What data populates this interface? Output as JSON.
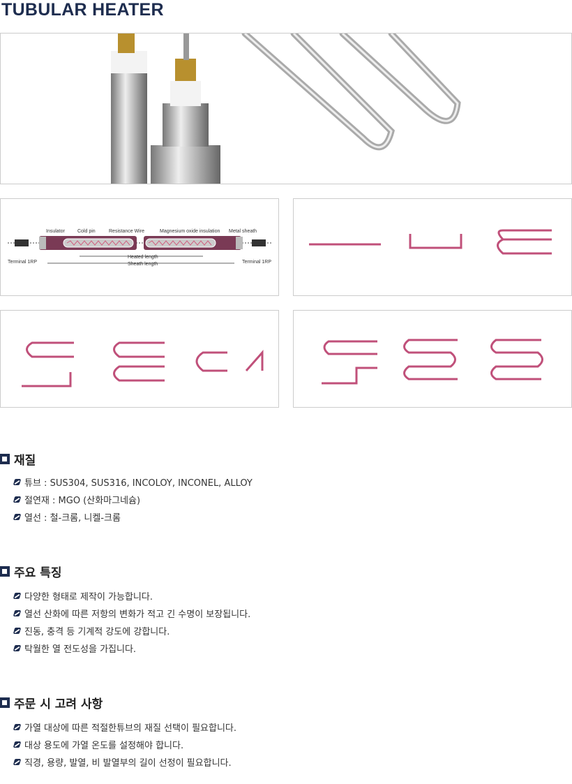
{
  "title": "TUBULAR HEATER",
  "diagram": {
    "insulator": "Insulator",
    "cold_pin": "Cold pin",
    "resistance_wire": "Resistance Wire",
    "mgo": "Magnesium oxide insulation",
    "sheath": "Metal sheath",
    "heated_length": "Heated length",
    "sheath_length": "Sheath length",
    "terminal_left": "Terminal 1RP",
    "terminal_right": "Terminal 1RP"
  },
  "sections": [
    {
      "heading": "재질",
      "items": [
        "튜브 : SUS304, SUS316, INCOLOY, INCONEL, ALLOY",
        "절연재 : MGO (산화마그네슘)",
        "열선 : 철-크롬, 니켈-크롬"
      ]
    },
    {
      "heading": "주요 특징",
      "items": [
        "다양한 형태로 제작이 가능합니다.",
        "열선 산화에 따른 저항의 변화가 적고 긴 수명이 보장됩니다.",
        "진동, 충격 등 기계적 강도에 강합니다.",
        "탁월한 열 전도성을 가집니다."
      ]
    },
    {
      "heading": "주문 시 고려 사항",
      "items": [
        "가열 대상에 따른 적절한튜브의 재질 선택이 필요합니다.",
        "대상 용도에 가열 온도를 설정해야 합니다.",
        "직경, 용량, 발열, 비 발열부의 길이 선정이 필요합니다."
      ]
    }
  ],
  "colors": {
    "accent": "#1e2d4f",
    "heater": "#c0507a"
  }
}
